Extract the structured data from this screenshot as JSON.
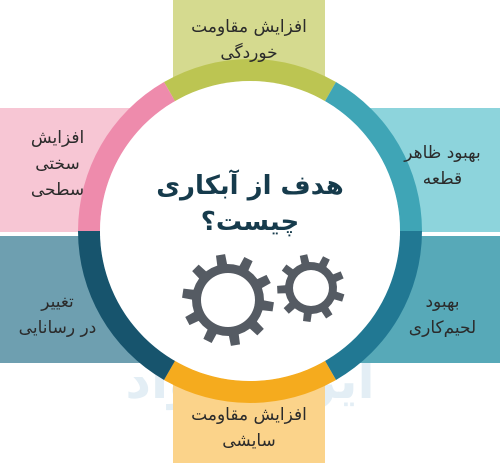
{
  "center": {
    "title": "هدف از آبکاری\nچیست؟"
  },
  "segments": {
    "top": {
      "label": "افزایش مقاومت\nخوردگی",
      "color": "#d5da8f",
      "ring_color": "#bcc552"
    },
    "top_right": {
      "label": "بهبود ظاهر\nقطعه",
      "color": "#8dd4dc",
      "ring_color": "#3fa5b6"
    },
    "bottom_right": {
      "label": "بهبود\nلحیم‌کاری",
      "color": "#57a9b8",
      "ring_color": "#217893"
    },
    "bottom": {
      "label": "افزایش مقاومت\nسایشی",
      "color": "#fbd38a",
      "ring_color": "#f5ab1e"
    },
    "bottom_left": {
      "label": "تغییر\nدر رسانایی",
      "color": "#6e9fb0",
      "ring_color": "#17546d"
    },
    "top_left": {
      "label": "افزایش\nسختی\nسطحی",
      "color": "#f7c6d4",
      "ring_color": "#ee8bac"
    }
  },
  "watermark": {
    "text": "ایران مواد",
    "color": "#e3eef5"
  },
  "colors": {
    "gear": "#555b63",
    "gear_inner": "#ffffff",
    "center_bg": "#ffffff"
  },
  "icons": [
    "gear-icon-large",
    "gear-icon-small"
  ]
}
